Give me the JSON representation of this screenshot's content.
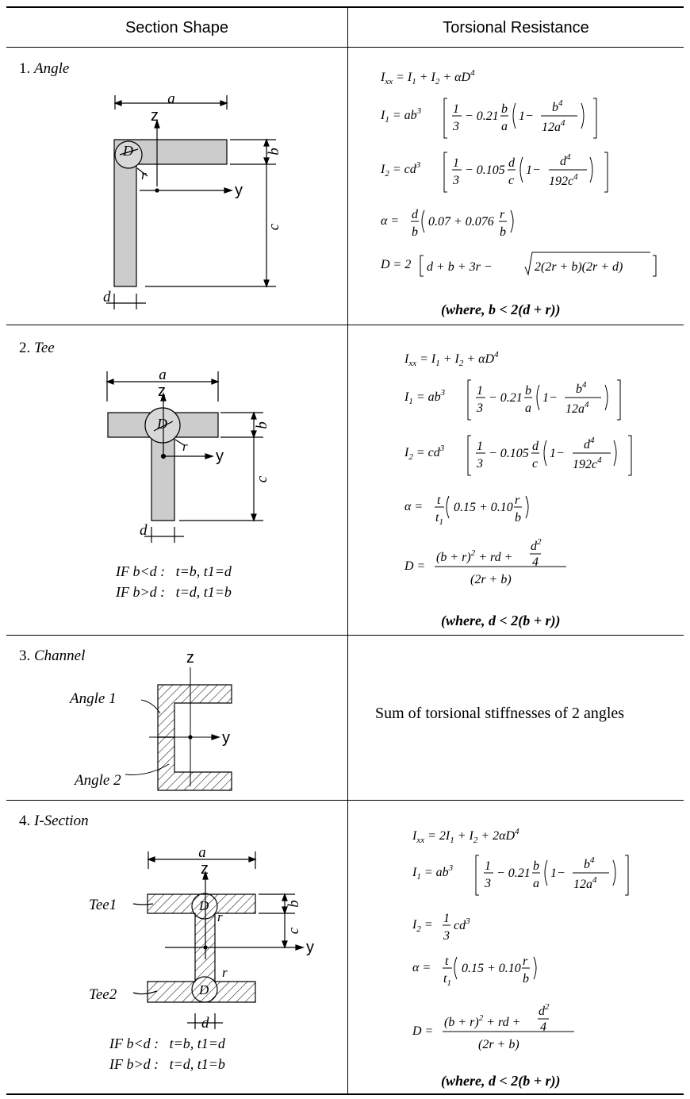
{
  "header": {
    "col1": "Section Shape",
    "col2": "Torsional Resistance"
  },
  "rows": [
    {
      "num": "1.",
      "name": "Angle",
      "where": "(where, b < 2(d + r))"
    },
    {
      "num": "2.",
      "name": "Tee",
      "cond1": "IF b<d :   t=b, t1=d",
      "cond2": "IF b>d :   t=d, t1=b",
      "where": "(where, d < 2(b + r))"
    },
    {
      "num": "3.",
      "name": "Channel",
      "label1": "Angle 1",
      "label2": "Angle 2",
      "resistance": "Sum of torsional stiffnesses of 2 angles"
    },
    {
      "num": "4.",
      "name": "I-Section",
      "label1": "Tee1",
      "label2": "Tee2",
      "cond1": "IF b<d :   t=b, t1=d",
      "cond2": "IF b>d :   t=d, t1=b",
      "where": "(where, d < 2(b + r))"
    }
  ],
  "dim_labels": {
    "a": "a",
    "b": "b",
    "c": "c",
    "d": "d",
    "D": "D",
    "r": "r",
    "z": "z",
    "y": "y"
  },
  "formulas": {
    "angle": [
      "Ixx = I1 + I2 + αD^4",
      "I1 = ab^3[1/3 − 0.21(b/a)(1 − b^4/12a^4)]",
      "I2 = cd^3[1/3 − 0.105(d/c)(1 − d^4/192c^4)]",
      "α = (d/b)(0.07 + 0.076 r/b)",
      "D = 2[d + b + 3r − √(2(2r+b)(2r+d))]"
    ],
    "tee": [
      "Ixx = I1 + I2 + αD^4",
      "I1 = ab^3[1/3 − 0.21(b/a)(1 − b^4/12a^4)]",
      "I2 = cd^3[1/3 − 0.105(d/c)(1 − d^4/192c^4)]",
      "α = (t/t1)(0.15 + 0.10 r/b)",
      "D = ((b+r)^2 + rd + d^2/4)/(2r+b)"
    ],
    "isection": [
      "Ixx = 2I1 + I2 + 2αD^4",
      "I1 = ab^3[1/3 − 0.21(b/a)(1 − b^4/12a^4)]",
      "I2 = (1/3)cd^3",
      "α = (t/t1)(0.15 + 0.10 r/b)",
      "D = ((b+r)^2 + rd + d^2/4)/(2r+b)"
    ]
  }
}
